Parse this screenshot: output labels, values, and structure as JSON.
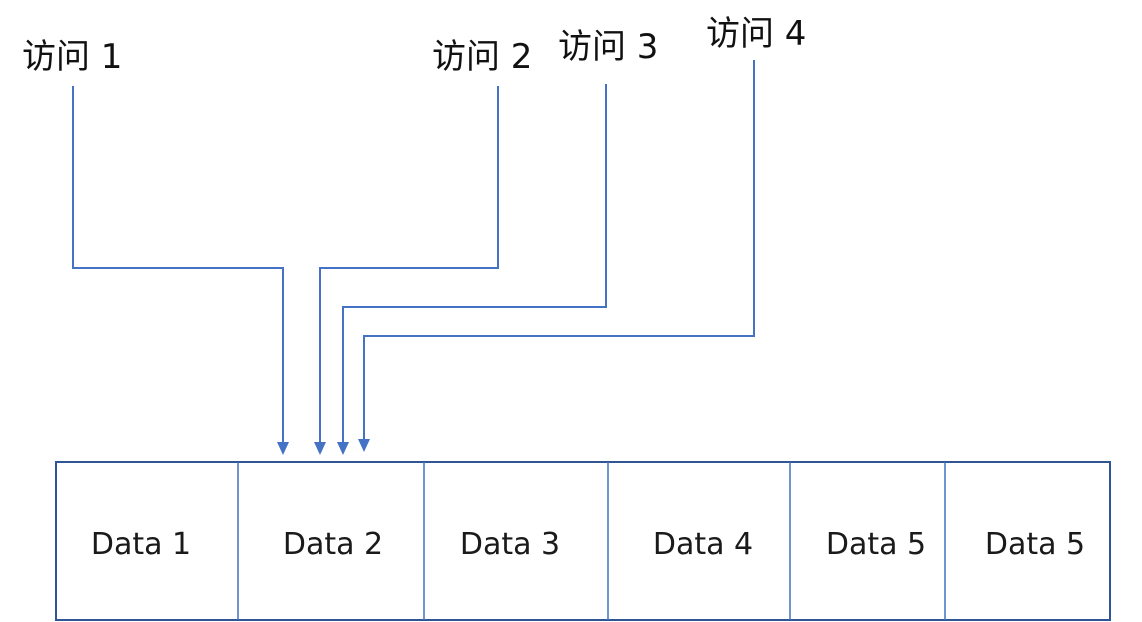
{
  "accesses": [
    {
      "label": "访问 1",
      "target_cell": 2
    },
    {
      "label": "访问 2",
      "target_cell": 2
    },
    {
      "label": "访问 3",
      "target_cell": 2
    },
    {
      "label": "访问 4",
      "target_cell": 2
    }
  ],
  "cells": [
    {
      "label": "Data 1"
    },
    {
      "label": "Data 2"
    },
    {
      "label": "Data 3"
    },
    {
      "label": "Data 4"
    },
    {
      "label": "Data 5"
    },
    {
      "label": "Data 5"
    }
  ],
  "colors": {
    "connector": "#4472c4",
    "array_border": "#2f5597",
    "text": "#111111"
  }
}
